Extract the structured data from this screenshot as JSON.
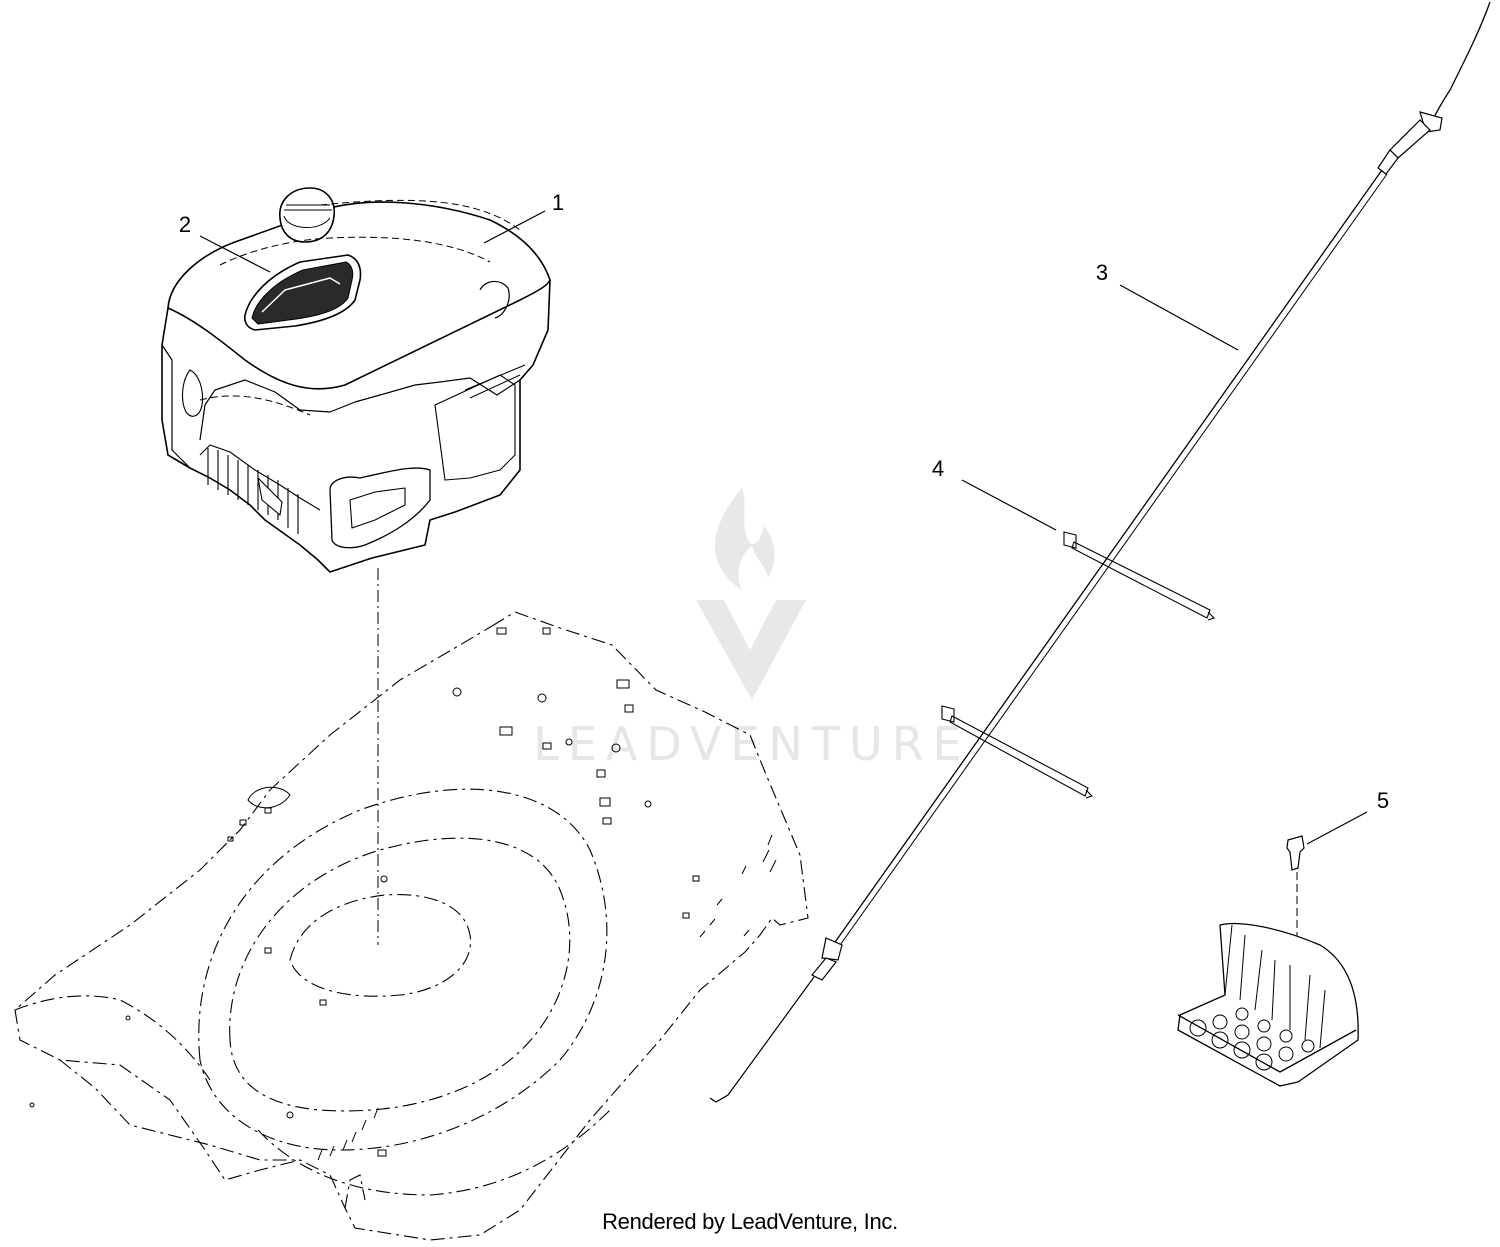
{
  "callouts": [
    {
      "id": "1",
      "label": "1"
    },
    {
      "id": "2",
      "label": "2"
    },
    {
      "id": "3",
      "label": "3"
    },
    {
      "id": "4",
      "label": "4"
    },
    {
      "id": "5",
      "label": "5"
    }
  ],
  "watermark": {
    "text": "LEADVENTURE"
  },
  "footer": {
    "text": "Rendered by LeadVenture, Inc."
  },
  "colors": {
    "line": "#000000",
    "watermark": "#e6e6e6"
  }
}
